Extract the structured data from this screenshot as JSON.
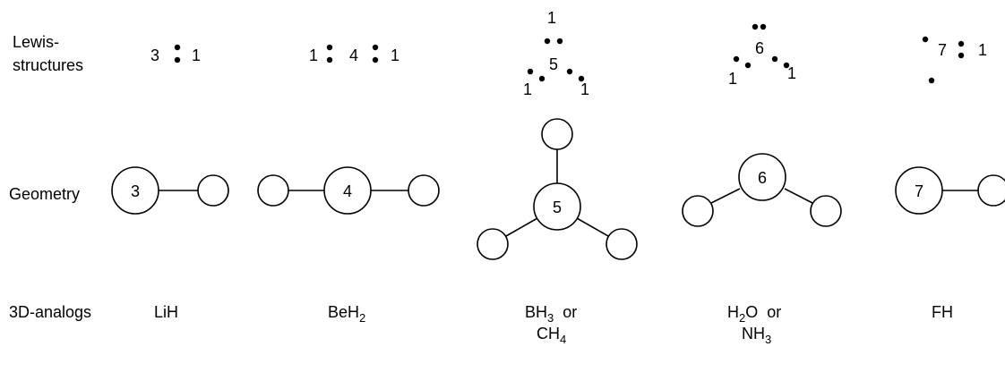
{
  "rows": {
    "lewis_line1": "Lewis-",
    "lewis_line2": "structures",
    "geometry": "Geometry",
    "analogs": "3D-analogs"
  },
  "lewis": {
    "c1": {
      "left": "3",
      "right": "1"
    },
    "c2": {
      "left": "1",
      "center": "4",
      "right": "1"
    },
    "c3": {
      "top": "1",
      "center": "5",
      "left": "1",
      "right": "1"
    },
    "c4": {
      "center": "6",
      "left": "1",
      "right": "1"
    },
    "c5": {
      "center": "7",
      "right": "1"
    }
  },
  "geometry": {
    "c1": {
      "center": "3"
    },
    "c2": {
      "center": "4"
    },
    "c3": {
      "center": "5"
    },
    "c4": {
      "center": "6"
    },
    "c5": {
      "center": "7"
    }
  },
  "analogs": {
    "c1": {
      "name": "LiH"
    },
    "c2": {
      "base": "BeH",
      "sub": "2"
    },
    "c3": {
      "a_base": "BH",
      "a_sub": "3",
      "or": "or",
      "b_base": "CH",
      "b_sub": "4"
    },
    "c4": {
      "a_pre": "H",
      "a_sub": "2",
      "a_post": "O",
      "or": "or",
      "b_base": "NH",
      "b_sub": "3"
    },
    "c5": {
      "name": "FH"
    }
  }
}
